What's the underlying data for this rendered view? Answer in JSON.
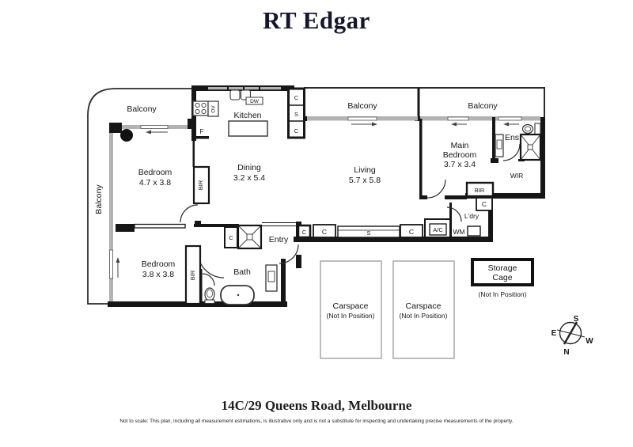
{
  "brand": {
    "title": "RT Edgar"
  },
  "plan": {
    "balconies": {
      "top_left": "Balcony",
      "left": "Balcony",
      "living": "Balcony",
      "main": "Balcony"
    },
    "rooms": {
      "kitchen": "Kitchen",
      "dining": {
        "name": "Dining",
        "dims": "3.2 x 5.4"
      },
      "living": {
        "name": "Living",
        "dims": "5.7 x 5.8"
      },
      "bedroom1": {
        "name": "Bedroom",
        "dims": "4.7 x 3.8"
      },
      "bedroom2": {
        "name": "Bedroom",
        "dims": "3.8 x 3.8"
      },
      "main_bedroom": {
        "line1": "Main",
        "line2": "Bedroom",
        "dims": "3.7 x 3.4"
      },
      "bath": "Bath",
      "entry": "Entry",
      "ensuite": "Ens",
      "wir": "WIR",
      "laundry": "L'dry"
    },
    "fixtures": {
      "fridge": "F",
      "oven": "OV",
      "dishwasher": "DW",
      "robe": "BIR",
      "cupboard": "C",
      "shelves": "S",
      "aircon": "A/C",
      "washer": "WM"
    },
    "outdoor": {
      "carspace": {
        "name": "Carspace",
        "note": "(Not In Position)"
      },
      "storage": {
        "line1": "Storage",
        "line2": "Cage",
        "note": "(Not In Position)"
      }
    },
    "compass": {
      "n": "N",
      "s": "S",
      "e": "E",
      "w": "W"
    }
  },
  "footer": {
    "address": "14C/29 Queens Road, Melbourne",
    "disclaimer": "Not to scale: This plan, including all measurement estimations, is illustrative only and is not a substitute for inspecting and undertaking precise measurements of the property."
  },
  "colors": {
    "brand": "#15152e",
    "wall": "#161616",
    "glass": "#b3b3b3",
    "light_line": "#999999"
  }
}
